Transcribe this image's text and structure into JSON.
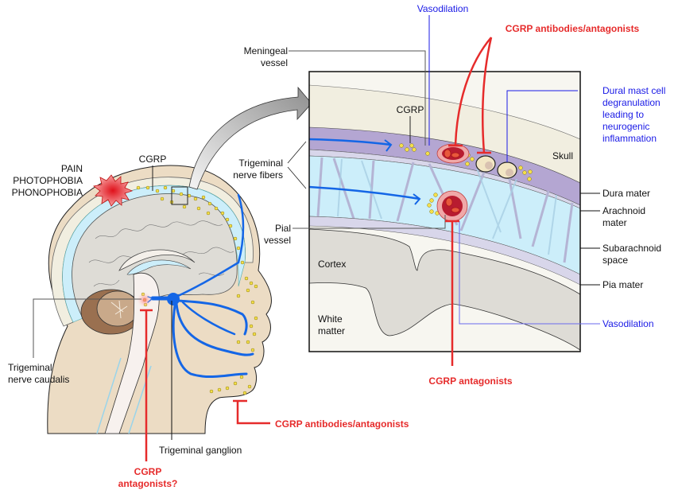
{
  "title": "CGRP mechanism in migraine",
  "colors": {
    "red_label": "#e62b2b",
    "blue_label": "#1a1ae6",
    "nerve": "#1466e6",
    "skin": "#ecdcc4",
    "brain": "#dedcd6",
    "csf": "#cceefa",
    "dura": "#b4a6d2",
    "skull": "#f1eee0",
    "cgrp_dot": "#f5e04a"
  },
  "head_labels": {
    "symptoms": [
      "PAIN",
      "PHOTOPHOBIA",
      "PHONOPHOBIA"
    ],
    "cgrp": "CGRP",
    "trigeminal_nerve_caudalis": [
      "Trigeminal",
      "nerve caudalis"
    ],
    "trigeminal_ganglion": "Trigeminal ganglion",
    "cgrp_antagonists_q": [
      "CGRP",
      "antagonists?"
    ],
    "cgrp_antibodies_bottom": "CGRP antibodies/antagonists"
  },
  "inset_labels": {
    "vasodilation_top": "Vasodilation",
    "cgrp_antibodies_top": "CGRP antibodies/antagonists",
    "meningeal_vessel": [
      "Meningeal",
      "vessel"
    ],
    "cgrp": "CGRP",
    "trigeminal_nerve_fibers": [
      "Trigeminal",
      "nerve fibers"
    ],
    "pial_vessel": [
      "Pial",
      "vessel"
    ],
    "skull": "Skull",
    "cortex": "Cortex",
    "white_matter": [
      "White",
      "matter"
    ],
    "mast_cell": [
      "Dural mast cell",
      "degranulation",
      "leading to",
      "neurogenic",
      "inflammation"
    ],
    "dura_mater": "Dura mater",
    "arachnoid_mater": [
      "Arachnoid",
      "mater"
    ],
    "subarachnoid_space": [
      "Subarachnoid",
      "space"
    ],
    "pia_mater": "Pia mater",
    "vasodilation_right": "Vasodilation",
    "cgrp_antagonists": "CGRP antagonists"
  }
}
